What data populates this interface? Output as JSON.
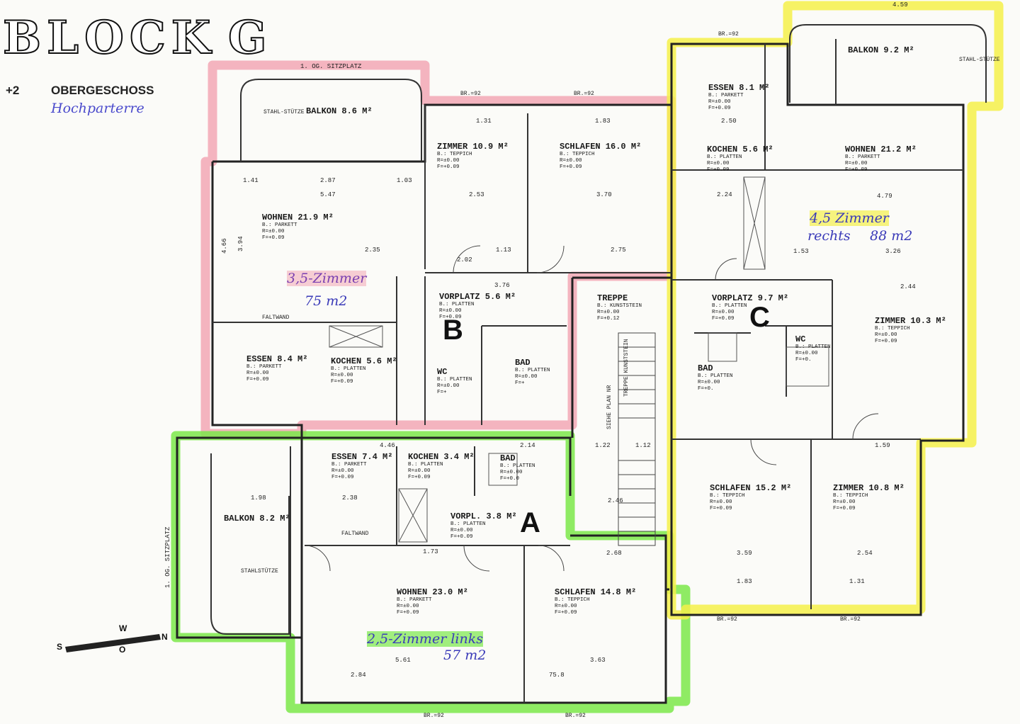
{
  "header": {
    "title": "BLOCK",
    "block_letter": "G",
    "floor_number": "+2",
    "floor_name": "OBERGESCHOSS",
    "floor_handwritten": "Hochparterre"
  },
  "colors": {
    "unit_a": "#7be84a",
    "unit_b": "#f2a7b5",
    "unit_c": "#f4f04a",
    "walls": "#222222",
    "handwriting_a": "#3a3ab8",
    "handwriting_b": "#7a3fb0",
    "handwriting_c": "#3a3ab8"
  },
  "units": {
    "a": {
      "letter": "A",
      "label": "2,5-Zimmer links",
      "area": "57 m2"
    },
    "b": {
      "letter": "B",
      "label": "3,5-Zimmer",
      "area": "75 m2"
    },
    "c": {
      "letter": "C",
      "label": "4,5 Zimmer",
      "label2": "rechts",
      "area": "88 m2"
    }
  },
  "rooms": {
    "b_balkon": {
      "name": "BALKON 8.6 M²"
    },
    "b_zimmer": {
      "name": "ZIMMER 10.9 M²",
      "spec": [
        "B.: TEPPICH",
        "R=±0.00",
        "F=+0.09"
      ]
    },
    "b_schlafen": {
      "name": "SCHLAFEN 16.0 M²",
      "spec": [
        "B.: TEPPICH",
        "R=±0.00",
        "F=+0.09"
      ]
    },
    "b_wohnen": {
      "name": "WOHNEN 21.9 M²",
      "spec": [
        "B.: PARKETT",
        "R=±0.00",
        "F=+0.09"
      ]
    },
    "b_vorplatz": {
      "name": "VORPLATZ 5.6 M²",
      "spec": [
        "B.: PLATTEN",
        "R=±0.00",
        "F=+0.09"
      ]
    },
    "b_essen": {
      "name": "ESSEN 8.4 M²",
      "spec": [
        "B.: PARKETT",
        "R=±0.00",
        "F=+0.09"
      ]
    },
    "b_kochen": {
      "name": "KOCHEN 5.6 M²",
      "spec": [
        "B.: PLATTEN",
        "R=±0.00",
        "F=+0.09"
      ]
    },
    "b_wc": {
      "name": "WC",
      "spec": [
        "B.: PLATTEN",
        "R=±0.00",
        "F=+"
      ]
    },
    "b_bad": {
      "name": "BAD",
      "spec": [
        "B.: PLATTEN",
        "R=±0.00",
        "F=+"
      ]
    },
    "treppe": {
      "name": "TREPPE",
      "spec": [
        "B.: KUNSTSTEIN",
        "R=±0.00",
        "F=+0.12"
      ]
    },
    "c_essen": {
      "name": "ESSEN 8.1 M²",
      "spec": [
        "B.: PARKETT",
        "R=±0.00",
        "F=+0.09"
      ]
    },
    "c_balkon": {
      "name": "BALKON 9.2 M²"
    },
    "c_kochen": {
      "name": "KOCHEN 5.6 M²",
      "spec": [
        "B.: PLATTEN",
        "R=±0.00",
        "F=+0.09"
      ]
    },
    "c_wohnen": {
      "name": "WOHNEN 21.2 M²",
      "spec": [
        "B.: PARKETT",
        "R=±0.00",
        "F=+0.09"
      ]
    },
    "c_vorplatz": {
      "name": "VORPLATZ 9.7 M²",
      "spec": [
        "B.: PLATTEN",
        "R=±0.00",
        "F=+0.09"
      ]
    },
    "c_wc": {
      "name": "WC",
      "spec": [
        "B.: PLATTEN",
        "R=±0.00",
        "F=+0."
      ]
    },
    "c_bad": {
      "name": "BAD",
      "spec": [
        "B.: PLATTEN",
        "R=±0.00",
        "F=+0."
      ]
    },
    "c_zimmer1": {
      "name": "ZIMMER 10.3 M²",
      "spec": [
        "B.: TEPPICH",
        "R=±0.00",
        "F=+0.09"
      ]
    },
    "c_schlafen": {
      "name": "SCHLAFEN 15.2 M²",
      "spec": [
        "B.: TEPPICH",
        "R=±0.00",
        "F=+0.09"
      ]
    },
    "c_zimmer2": {
      "name": "ZIMMER 10.8 M²",
      "spec": [
        "B.: TEPPICH",
        "R=±0.00",
        "F=+0.09"
      ]
    },
    "a_essen": {
      "name": "ESSEN 7.4 M²",
      "spec": [
        "B.: PARKETT",
        "R=±0.00",
        "F=+0.09"
      ]
    },
    "a_kochen": {
      "name": "KOCHEN 3.4 M²",
      "spec": [
        "B.: PLATTEN",
        "R=±0.00",
        "F=+0.09"
      ]
    },
    "a_bad": {
      "name": "BAD",
      "spec": [
        "B.: PLATTEN",
        "R=±0.00",
        "F=+0.0"
      ]
    },
    "a_balkon": {
      "name": "BALKON 8.2 M²"
    },
    "a_vorpl": {
      "name": "VORPL. 3.8 M²",
      "spec": [
        "B.: PLATTEN",
        "R=±0.00",
        "F=+0.09"
      ]
    },
    "a_wohnen": {
      "name": "WOHNEN 23.0 M²",
      "spec": [
        "B.: PARKETT",
        "R=±0.00",
        "F=+0.09"
      ]
    },
    "a_schlafen": {
      "name": "SCHLAFEN 14.8 M²",
      "spec": [
        "B.: TEPPICH",
        "R=±0.00",
        "F=+0.09"
      ]
    }
  },
  "notes": {
    "sitzplatz_top": "1. OG. SITZPLATZ",
    "sitzplatz_left": "1. OG. SITZPLATZ",
    "stahlstuetze": "STAHL-STÜTZE",
    "stahlstuetze_a": "STAHLSTÜTZE",
    "faltwand": "FALTWAND",
    "siehe_plan": "SIEHE PLAN NR",
    "treppe_kunststein": "TREPPE KUNSTSTEIN",
    "br": "BR.=92"
  },
  "compass": {
    "s": "S",
    "w": "W",
    "o": "O",
    "n": "N"
  },
  "dimensions": [
    "2.87",
    "5.47",
    "1.41",
    "1.03",
    "2.35",
    "3.94",
    "4.66",
    "1.31",
    "1.83",
    "3.70",
    "2.53",
    "2.75",
    "1.13",
    "3.76",
    "2.02",
    "1.73",
    "1.98",
    "2.38",
    "4.46",
    "2.14",
    "5.61",
    "3.63",
    "2.84",
    "75.8",
    "1.22",
    "1.12",
    "2.46",
    "2.68",
    "3.59",
    "2.54",
    "1.83",
    "1.31",
    "2.24",
    "4.79",
    "3.26",
    "1.53",
    "2.44",
    "1.59",
    "2.50",
    "4.59"
  ]
}
